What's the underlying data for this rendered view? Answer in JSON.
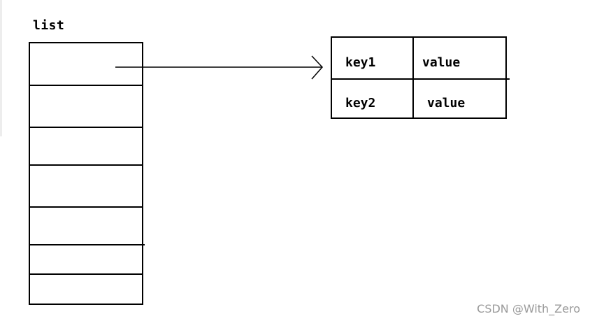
{
  "list": {
    "title": "list",
    "slot_count": 7
  },
  "hash_table": {
    "rows": [
      {
        "key": "key1",
        "value": "value"
      },
      {
        "key": "key2",
        "value": "value"
      }
    ]
  },
  "watermark": "CSDN @With_Zero"
}
